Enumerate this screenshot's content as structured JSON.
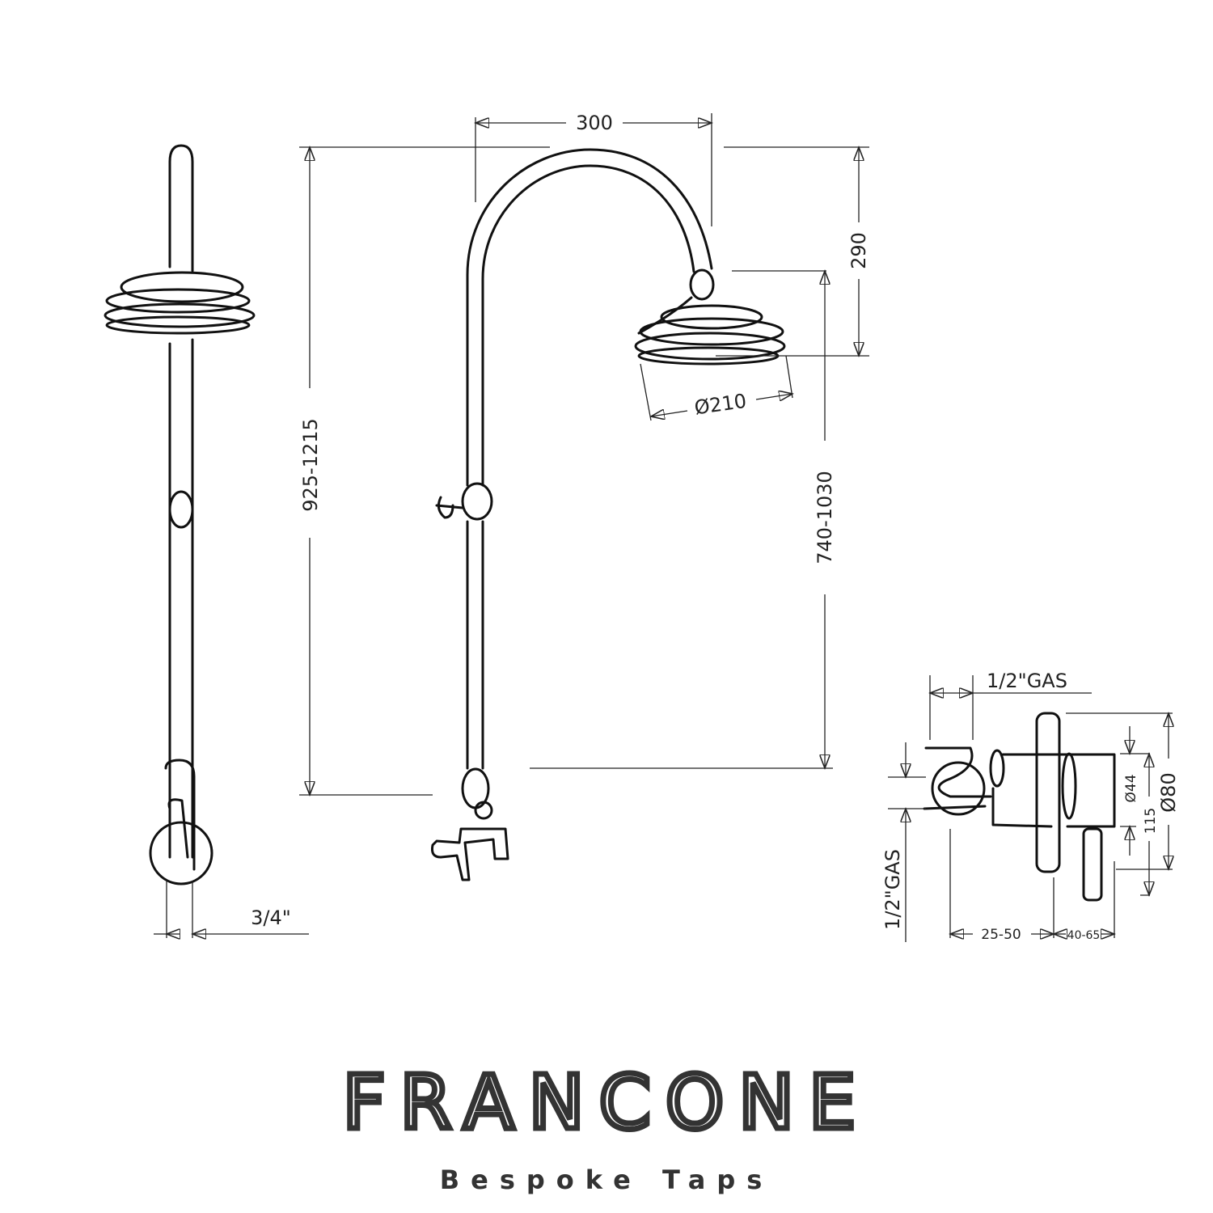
{
  "dimensions": {
    "width_arm": "300",
    "head_drop": "290",
    "head_diameter": "Ø210",
    "total_height": "925-1215",
    "head_height": "740-1030",
    "side_inlet": "3/4\"",
    "valve_inlet_top": "1/2\"GAS",
    "valve_inlet_side": "1/2\"GAS",
    "valve_d44": "Ø44",
    "valve_115": "115",
    "valve_d80": "Ø80",
    "valve_depth1": "25-50",
    "valve_depth2": "40-65"
  },
  "brand": {
    "name": "FRANCONE",
    "tagline": "Bespoke Taps"
  }
}
